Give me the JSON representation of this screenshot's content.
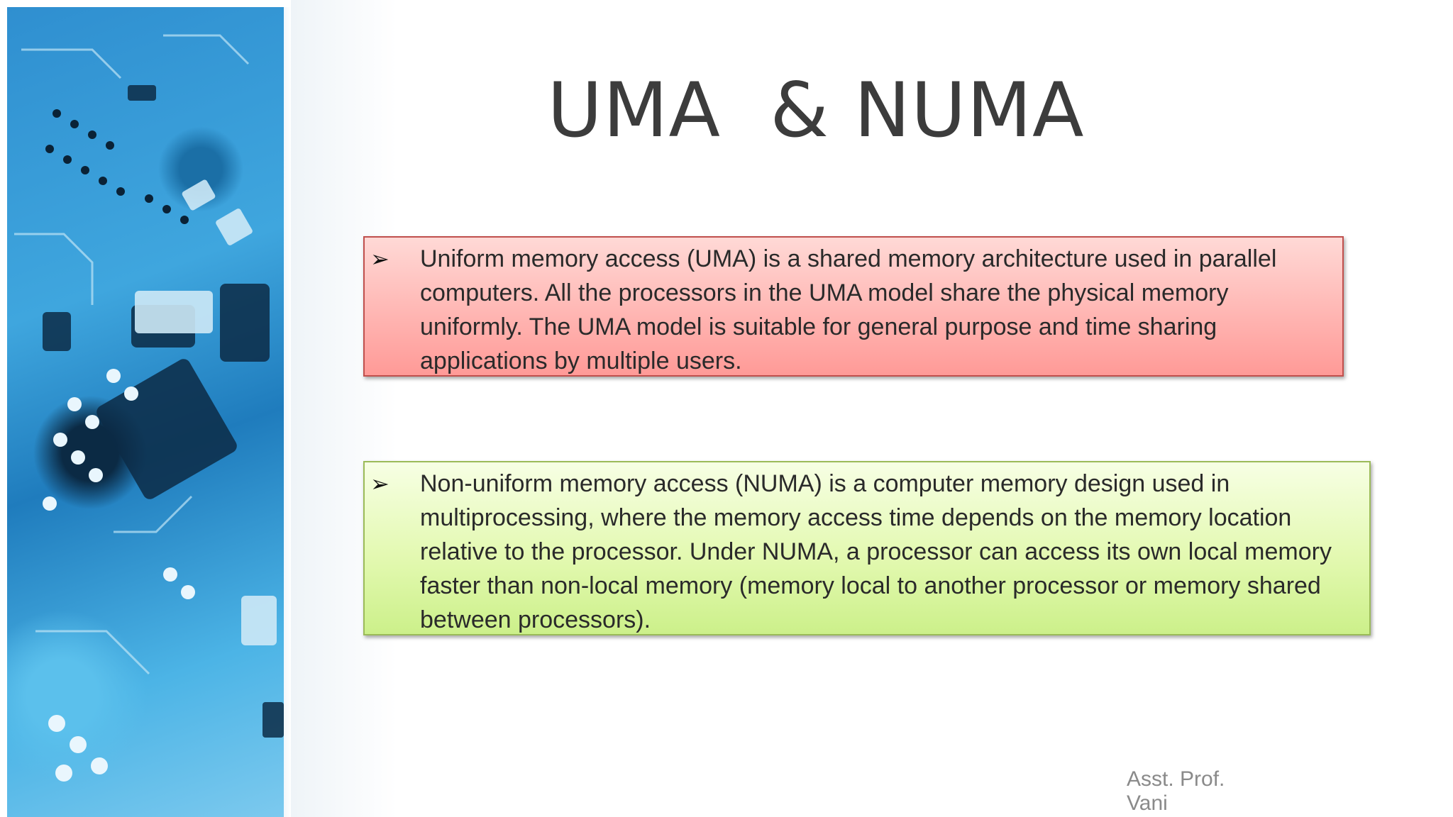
{
  "slide": {
    "title": "UMA  & NUMA",
    "bullets": [
      {
        "icon": "arrowhead-bullet-icon",
        "text": "Uniform memory access (UMA) is a shared memory architecture used in parallel computers. All the processors in the UMA model share the physical memory uniformly. The UMA model is suitable for general purpose and time sharing applications by multiple users.",
        "color": "#ffb3b0"
      },
      {
        "icon": "arrowhead-bullet-icon",
        "text": "Non-uniform memory access (NUMA) is a computer memory design used in multiprocessing, where the memory access time depends on the memory location relative to the processor. Under NUMA, a processor can access its own local memory faster than non-local memory (memory local to another processor or memory shared between processors).",
        "color": "#e3f9b1"
      }
    ],
    "author": {
      "line1": "Asst. Prof.",
      "line2": "Vani"
    },
    "side_image": "circuit-board-image"
  }
}
